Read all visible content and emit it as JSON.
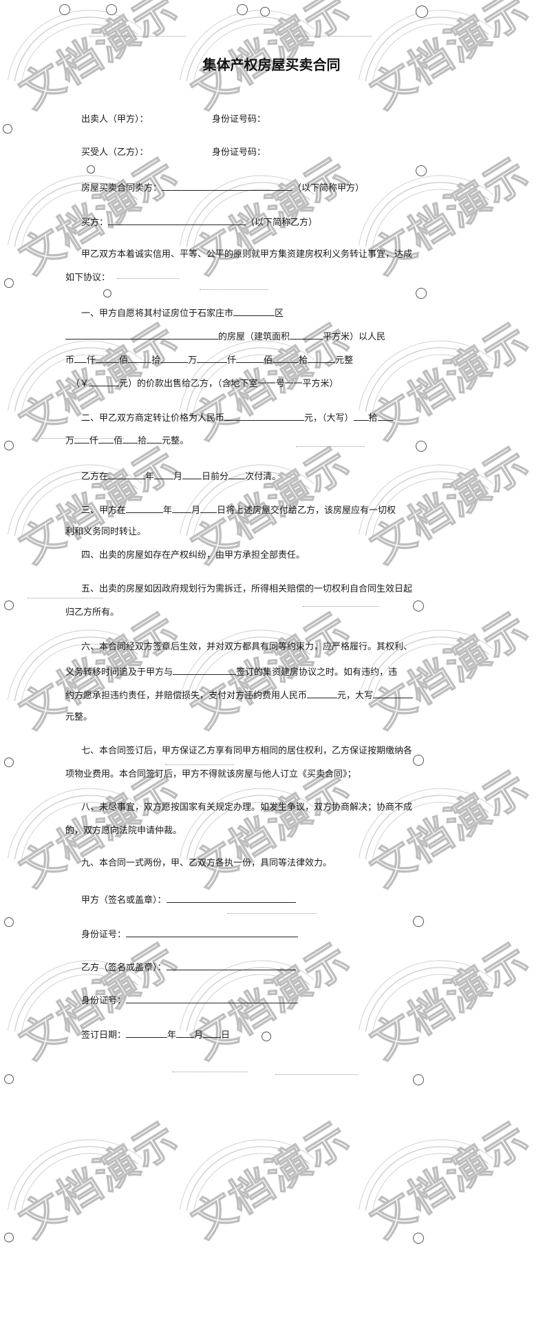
{
  "title": "集体产权房屋买卖合同",
  "watermark": {
    "text": "文档演示",
    "color": "#8a8a8a"
  },
  "parties": {
    "seller_label": "出卖人（甲方）：",
    "buyer_label": "买受人（乙方）：",
    "id_label": "身份证号码：",
    "contract_seller_label": "房屋买卖合同卖方：",
    "contract_seller_note": "（以下简称甲方）",
    "contract_buyer_label": "买方：",
    "contract_buyer_note": "（以下简称乙方）"
  },
  "preamble": {
    "line1": "甲乙双方本着诚实信用、平等、公平的原则就甲方集资建房权利义务转让事宜，达成",
    "line2": "如下协议："
  },
  "clause1": {
    "a": "一、甲方自愿将其村证房位于石家庄市",
    "a_end": "区",
    "b_mid": "的房屋（建筑面积",
    "b_end": "平方米）以人民",
    "c": [
      "币",
      "仟",
      "佰",
      "拾",
      "万",
      "仟",
      "佰",
      "拾",
      "元整"
    ],
    "d1": "（￥",
    "d2": "元）的价款出售给乙方，（含地下室一一号一一平方米）"
  },
  "clause2": {
    "a": "二、甲乙双方商定转让价格为人民币",
    "a_mid": "元，（大写）",
    "a_end": "拾",
    "b": [
      "万",
      "仟",
      "佰",
      "拾",
      "元整。"
    ]
  },
  "payment": [
    "乙方在",
    "年",
    "月",
    "日前分",
    "次付清。"
  ],
  "clause3": {
    "a": [
      "三、甲方在",
      "年",
      "月",
      "日将上述房屋交付给乙方，该房屋应有一切权"
    ],
    "b": "利和义务同时转让。"
  },
  "clause4": "四、出卖的房屋如存在产权纠纷，由甲方承担全部责任。",
  "clause5": {
    "a": "五、出卖的房屋如因政府规划行为需拆迁，所得相关赔偿的一切权利自合同生效日起",
    "b": "归乙方所有。"
  },
  "clause6": {
    "a": "六、本合同经双方签章后生效，并对双方都具有同等约束力，应严格履行。其权利、",
    "b1": "义务转移时间追及于甲方与",
    "b2": "签订的集资建房协议之时。如有违约，违",
    "c1": "约方愿承担违约责任，并赔偿损失，支付对方违约费用人民币",
    "c2": "元，大写",
    "d": "元整。"
  },
  "clause7": {
    "a": "七、本合同签订后，甲方保证乙方享有同甲方相同的居住权利，乙方保证按期缴纳各",
    "b": "项物业费用。本合同签订后，甲方不得就该房屋与他人订立《买卖合同》；"
  },
  "clause8": {
    "a": "八、未尽事宜，双方愿按国家有关规定办理。如发生争议，双方协商解决；协商不成",
    "b": "的，双方愿向法院申请仲裁。"
  },
  "clause9": "九、本合同一式两份，甲、乙双方各执一份，具同等法律效力。",
  "signatures": {
    "party_a": "甲方（签名或盖章）：",
    "id_a": "身份证号：",
    "party_b": "乙方（签名或盖章）：",
    "id_b": "身份证号：",
    "date": [
      "签订日期：",
      "年",
      "月",
      "日"
    ]
  }
}
